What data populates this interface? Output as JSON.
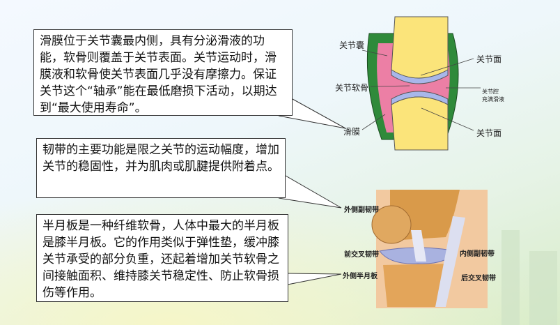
{
  "callouts": [
    {
      "text": "滑膜位于关节囊最内侧，具有分泌滑液的功能，软骨则覆盖于关节表面。关节运动时，滑膜液和软骨使关节表面几乎没有摩擦力。保证关节这个“轴承”能在最低磨损下活动，以期达到“最大使用寿命”。"
    },
    {
      "text": "韧带的主要功能是限之关节的运动幅度，增加关节的稳固性，并为肌肉或肌腱提供附着点。"
    },
    {
      "text": "半月板是一种纤维软骨，人体中最大的半月板是膝半月板。它的作用类似于弹性垫，缓冲膝关节承受的部分负重，还起着增加关节软骨之间接触面积、维持膝关节稳定性、防止软骨损伤等作用。"
    }
  ],
  "joint_diagram": {
    "labels": {
      "capsule": "关节囊",
      "surface_top": "关节面",
      "cartilage": "关节软骨",
      "cavity_1": "关节腔",
      "cavity_2": "充满滑液",
      "synovium": "滑膜",
      "surface_bottom": "关节面"
    }
  },
  "knee_diagram": {
    "labels": {
      "lateral_collateral": "外侧副韧带",
      "anterior_cruciate": "前交叉韧带",
      "medial_collateral": "内侧副韧带",
      "lateral_meniscus": "外侧半月板",
      "posterior_cruciate": "后交叉韧带"
    }
  }
}
